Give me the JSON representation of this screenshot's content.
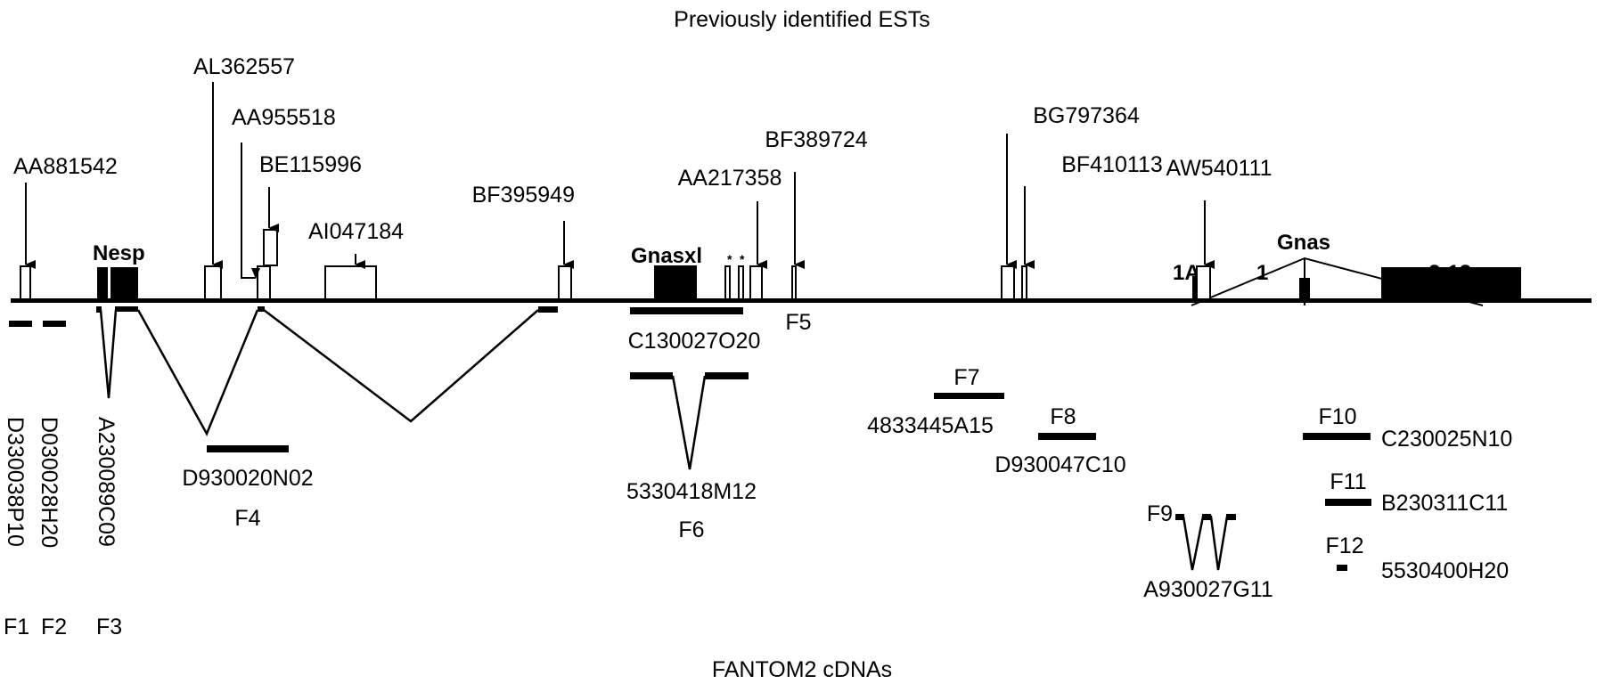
{
  "title_top": "Previously identified ESTs",
  "title_bottom": "FANTOM2 cDNAs",
  "colors": {
    "ink": "#000000",
    "background": "#ffffff"
  },
  "gene_labels": {
    "nesp": "Nesp",
    "gnasxl": "Gnasxl",
    "gnas": "Gnas",
    "exon_1a": "1A",
    "exon_1": "1",
    "exon_2_13": "2-13",
    "asterisk": "*"
  },
  "ests": [
    {
      "id": "AA881542"
    },
    {
      "id": "AL362557"
    },
    {
      "id": "AA955518"
    },
    {
      "id": "BE115996"
    },
    {
      "id": "AI047184"
    },
    {
      "id": "BF395949"
    },
    {
      "id": "AA217358"
    },
    {
      "id": "BF389724"
    },
    {
      "id": "BG797364"
    },
    {
      "id": "BF410113"
    },
    {
      "id": "AW540111"
    }
  ],
  "cdnas": [
    {
      "fid": "F1",
      "clone": "D330038P10"
    },
    {
      "fid": "F2",
      "clone": "D030028H20"
    },
    {
      "fid": "F3",
      "clone": "A230089C09"
    },
    {
      "fid": "F4",
      "clone": "D930020N02"
    },
    {
      "fid": "F5",
      "clone": "C130027O20"
    },
    {
      "fid": "F6",
      "clone": "5330418M12"
    },
    {
      "fid": "F7",
      "clone": "4833445A15"
    },
    {
      "fid": "F8",
      "clone": "D930047C10"
    },
    {
      "fid": "F9",
      "clone": "A930027G11"
    },
    {
      "fid": "F10",
      "clone": "C230025N10"
    },
    {
      "fid": "F11",
      "clone": "B230311C11"
    },
    {
      "fid": "F12",
      "clone": "5530400H20"
    }
  ]
}
